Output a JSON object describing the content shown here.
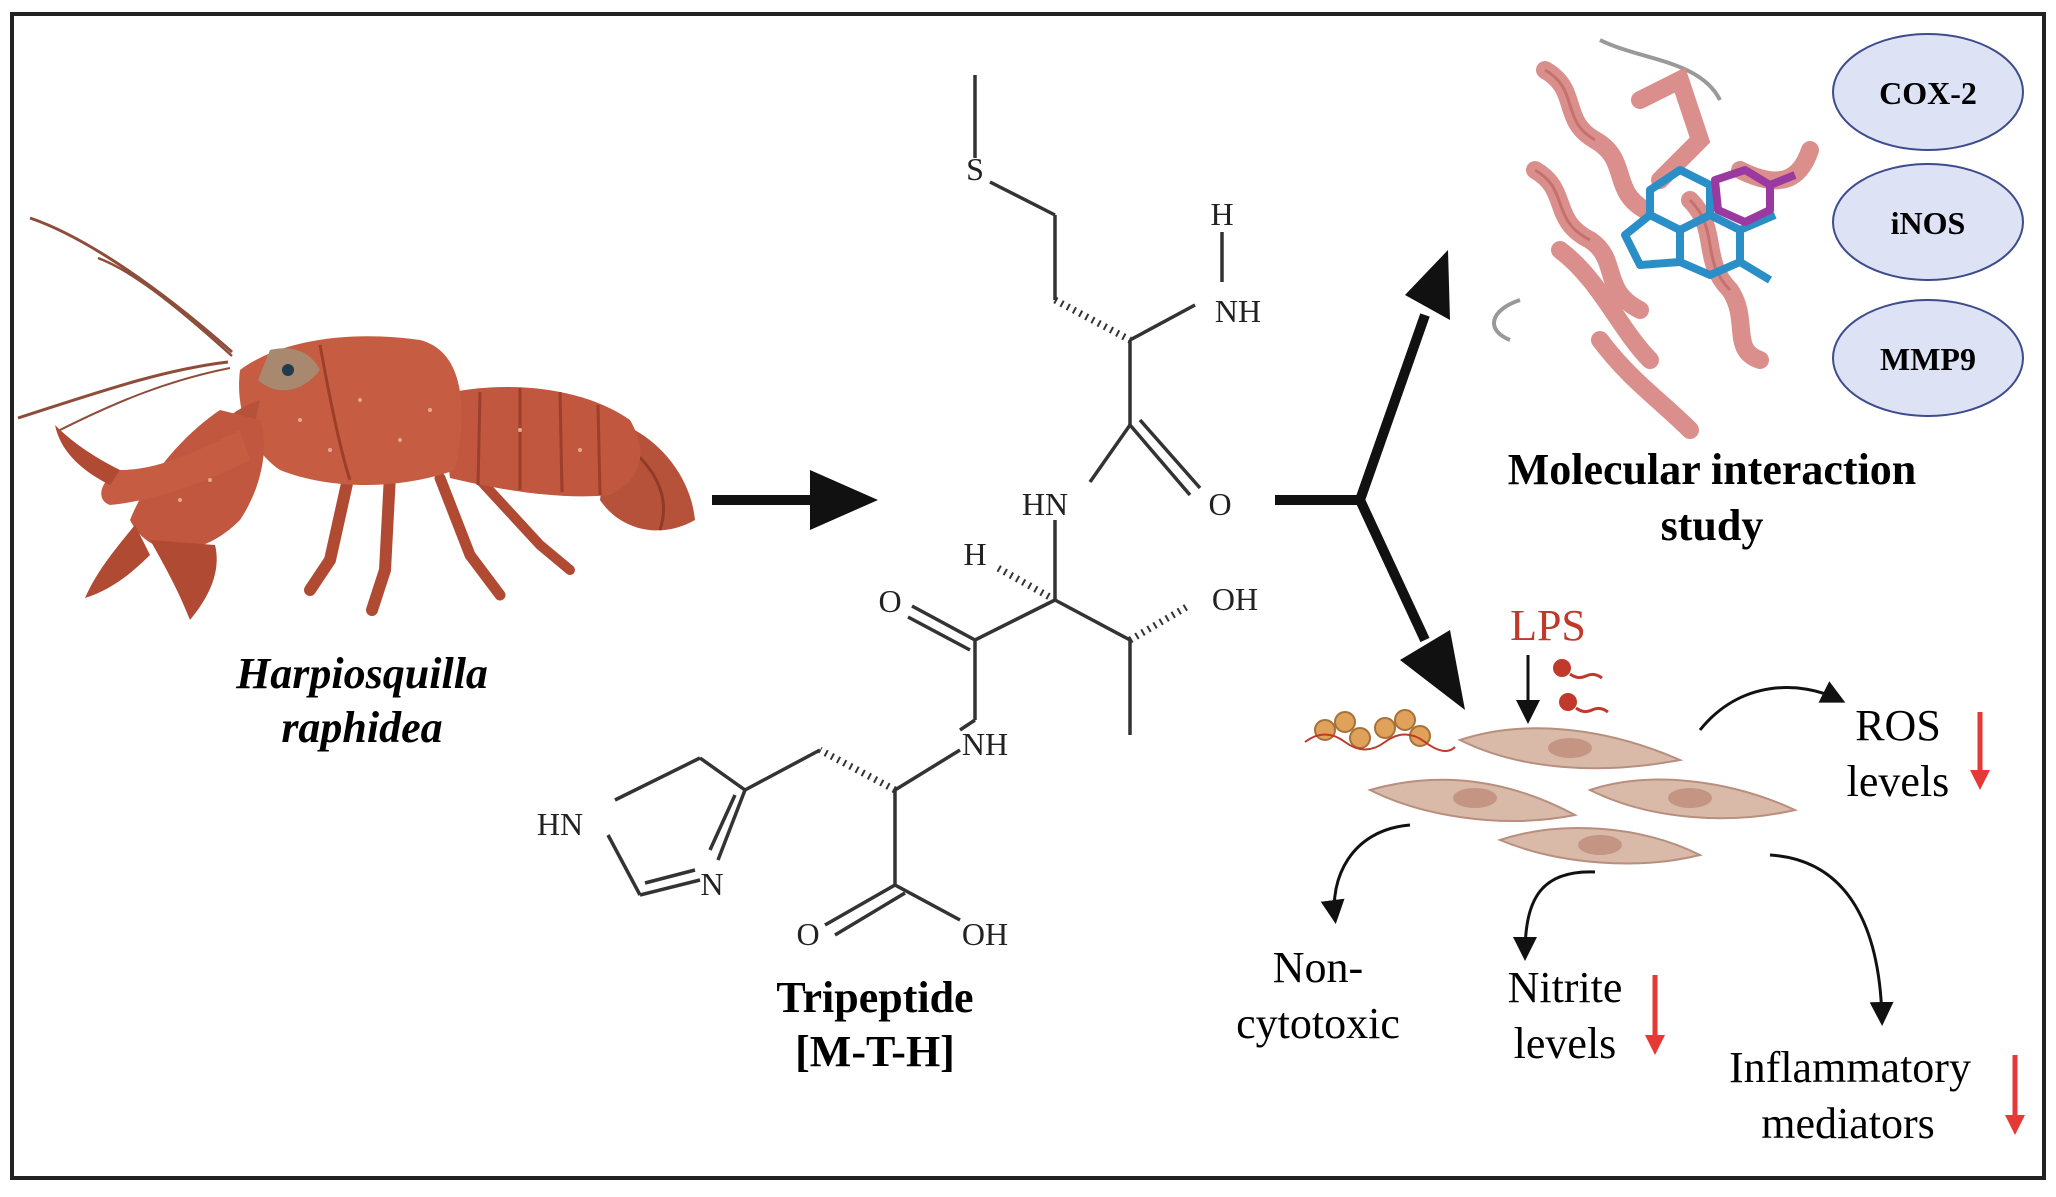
{
  "organism": {
    "line1": "Harpiosquilla",
    "line2": "raphidea"
  },
  "molecule": {
    "caption_line1": "Tripeptide",
    "caption_line2": "[M-T-H]",
    "atoms": {
      "S": "S",
      "H_top": "H",
      "NH_top": "NH",
      "HN_mid": "HN",
      "O_mid": "O",
      "H_mid": "H",
      "OH_mid": "OH",
      "O_left": "O",
      "NH_low": "NH",
      "HN_ring": "HN",
      "N_ring": "N",
      "O_acid": "O",
      "OH_acid": "OH"
    }
  },
  "targets": {
    "items": [
      "COX-2",
      "iNOS",
      "MMP9"
    ]
  },
  "docking": {
    "line1": "Molecular interaction",
    "line2": "study"
  },
  "cells": {
    "stimulus": "LPS",
    "ros_line1": "ROS",
    "ros_line2": "levels",
    "cyto_line1": "Non-",
    "cyto_line2": "cytotoxic",
    "nitrite_line1": "Nitrite",
    "nitrite_line2": "levels",
    "inflam_line1": "Inflammatory",
    "inflam_line2": "mediators"
  },
  "colors": {
    "border": "#222222",
    "arrow": "#111111",
    "shrimp": "#c0573e",
    "shrimp_dark": "#9c3f2a",
    "protein": "#d98a86",
    "ligand_blue": "#2b8fc7",
    "ligand_purple": "#9a3aa0",
    "ellipse_fill": "#dde2f5",
    "ellipse_stroke": "#3d4c8c",
    "lps_red": "#c0392b",
    "down_arrow": "#e53935",
    "cell": "#d9b9a8",
    "cell_nucleus": "#c49583",
    "bacteria": "#e0a15a"
  }
}
